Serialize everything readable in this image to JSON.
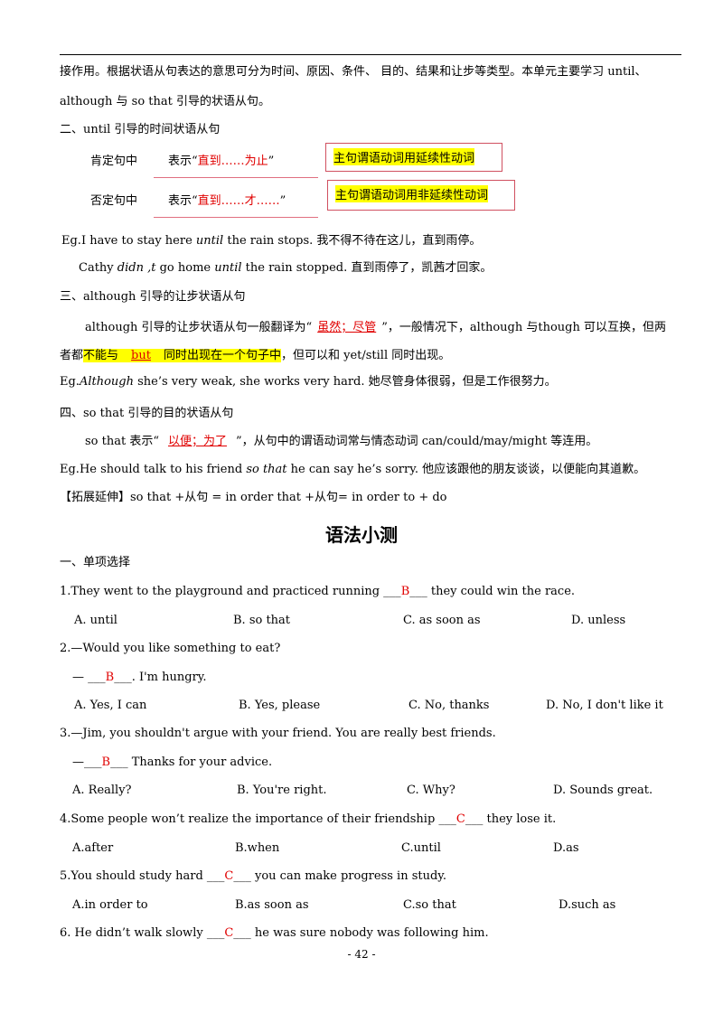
{
  "intro": {
    "line1": "接作用。根据状语从句表达的意思可分为时间、原因、条件、 目的、结果和让步等类型。本单元主要学习 until、",
    "line2": "although 与 so that 引导的状语从句。"
  },
  "section_until": {
    "heading": "二、until 引导的时间状语从句",
    "positive_label": "肯定句中",
    "positive_prefix": "表示“",
    "positive_meaning": "直到……为止",
    "positive_suffix": "”",
    "positive_box": "主句谓语动词用延续性动词",
    "negative_label": "否定句中",
    "negative_prefix": "表示“",
    "negative_meaning": "直到……才……",
    "negative_suffix": "”",
    "negative_box": "主句谓语动词用非延续性动词",
    "eg1_a": "Eg.I have to stay here ",
    "eg1_b": "until",
    "eg1_c": " the rain stops.  我不得不待在这儿，直到雨停。",
    "eg2_a": "Cathy ",
    "eg2_b": "didn ,t",
    "eg2_c": " go home ",
    "eg2_d": "until",
    "eg2_e": " the rain stopped.  直到雨停了，凯茜才回家。"
  },
  "section_although": {
    "heading": "三、although 引导的让步状语从句",
    "p1_a": "although 引导的让步状语从句一般翻译为“",
    "p1_blank": "虽然；尽管",
    "p1_b": "”，一般情况下，although 与though 可以互换，但两",
    "p2_a": "者都",
    "p2_b": "不能与",
    "p2_blank": "but",
    "p2_c": "同时出现在一个句子中",
    "p2_d": "，但可以和 yet/still 同时出现。",
    "eg_a": "Eg.",
    "eg_b": "Although",
    "eg_c": " she’s very weak, she works very hard.  她尽管身体很弱，但是工作很努力。"
  },
  "section_sothat": {
    "heading": "四、so that 引导的目的状语从句",
    "p_a": "so that 表示“",
    "p_blank": "以便；为了",
    "p_b": "”，从句中的谓语动词常与情态动词 can/could/may/might 等连用。",
    "eg_a": "Eg.He should talk to his friend ",
    "eg_b": "so that",
    "eg_c": " he can say he’s sorry.  他应该跟他的朋友谈谈，以便能向其道歉。",
    "ext": "【拓展延伸】so that +从句  = in order that +从句= in order to + do"
  },
  "quiz": {
    "title": "语法小测",
    "part": "一、单项选择",
    "questions": [
      {
        "q_a": "1.They went to the playground and practiced running ___",
        "answer": "B",
        "q_b": "___ they could win the race.",
        "options": [
          "A. until",
          "B. so that",
          "C. as soon as",
          "D. unless"
        ]
      },
      {
        "q_a": "2.—Would you like something to eat?",
        "dialog_a": "— ___",
        "answer": "B",
        "dialog_b": "___. I'm hungry.",
        "options": [
          "A. Yes, I can",
          "B. Yes, please",
          "C. No, thanks",
          "D. No, I don't like it"
        ]
      },
      {
        "q_a": "3.—Jim, you shouldn't argue with your friend. You are really best friends.",
        "dialog_a": "—___",
        "answer": "B",
        "dialog_b": "___ Thanks for your advice.",
        "options": [
          "A. Really?",
          "B. You're right.",
          "C. Why?",
          "D. Sounds great."
        ]
      },
      {
        "q_a": "4.Some people won’t realize the importance of their friendship ___",
        "answer": "C",
        "q_b": "___ they lose it.",
        "options": [
          "A.after",
          "B.when",
          "C.until",
          "D.as"
        ]
      },
      {
        "q_a": "5.You should study hard ___",
        "answer": "C",
        "q_b": "___ you can make progress in study.",
        "options": [
          "A.in order to",
          "B.as soon as",
          "C.so that",
          "D.such as"
        ]
      },
      {
        "q_a": "6. He didn’t walk slowly ___",
        "answer": "C",
        "q_b": "___ he was sure nobody was following him."
      }
    ]
  },
  "page_number": "- 42 -"
}
